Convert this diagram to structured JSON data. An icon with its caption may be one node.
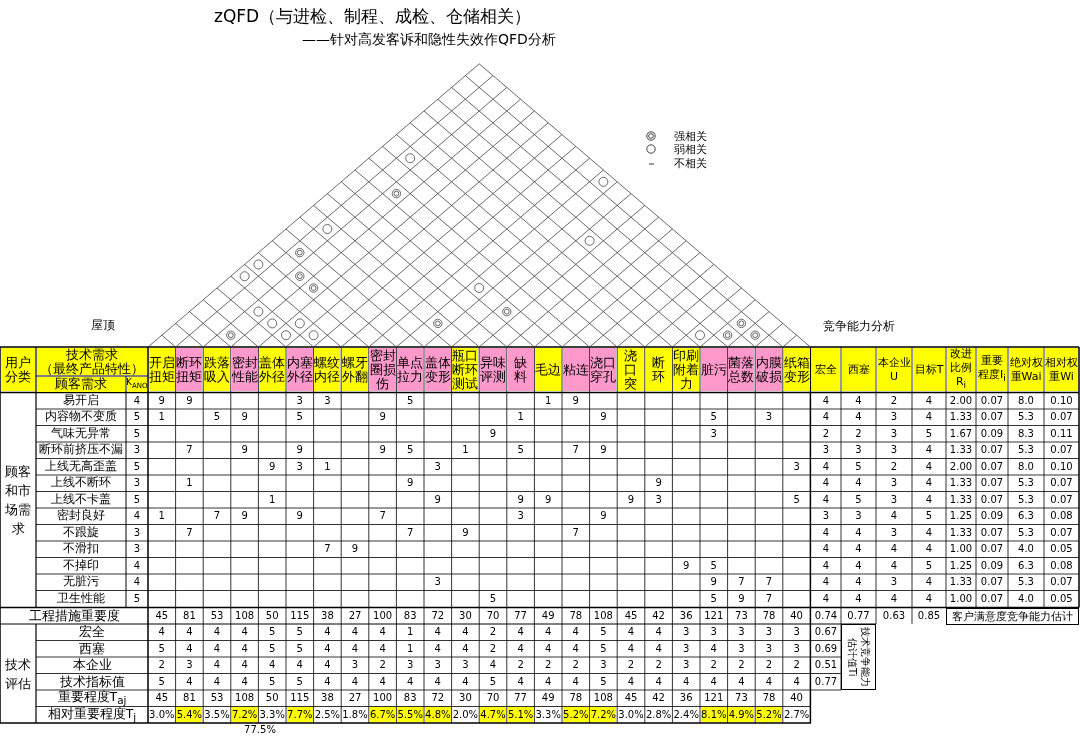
{
  "diagram": {
    "title": "zQFD（与进检、制程、成检、仓储相关）",
    "labels": [
      "——针对高发客诉和隐性失效作QFD分析",
      "屋顶",
      "竞争能力分析",
      "用户分类",
      "技术需求（最终产品特性）",
      "开启扭矩",
      "断环扭矩",
      "跌落吸入",
      "密封性能",
      "盖体外径",
      "内塞外径",
      "螺纹内径",
      "螺牙外翻",
      "密封圈损伤",
      "单点拉力",
      "盖体变形",
      "瓶口断环测试",
      "异味评测",
      "缺料",
      "毛边",
      "粘连",
      "浇口穿孔",
      "浇口突",
      "断环",
      "印刷附着力",
      "脏污",
      "菌落总数",
      "内膜破损",
      "纸箱变形",
      "宏全",
      "西塞",
      "本企业U",
      "目标T",
      "改进比例R$_{i}$",
      "重要程度I$_{i}$",
      "绝对权重Wai",
      "相对权重Wi",
      "顾客需求",
      "K$_{ANO}$",
      "顾客和市场需求",
      "易开启",
      "4",
      "9",
      "9",
      "3",
      "3",
      "5",
      "1",
      "9",
      "4",
      "4",
      "2",
      "4",
      "2.00",
      "0.07",
      "8.0",
      "0.10",
      "内容物不变质",
      "5",
      "1",
      "5",
      "9",
      "5",
      "9",
      "1",
      "9",
      "5",
      "3",
      "4",
      "4",
      "3",
      "4",
      "1.33",
      "0.07",
      "5.3",
      "0.07",
      "气味无异常",
      "5",
      "9",
      "3",
      "2",
      "2",
      "3",
      "5",
      "1.67",
      "0.09",
      "8.3",
      "0.11",
      "断环前挤压不漏",
      "3",
      "7",
      "9",
      "9",
      "9",
      "5",
      "1",
      "5",
      "7",
      "9",
      "3",
      "3",
      "3",
      "4",
      "1.33",
      "0.07",
      "5.3",
      "0.07",
      "上线无高歪盖",
      "5",
      "9",
      "3",
      "1",
      "3",
      "3",
      "4",
      "5",
      "2",
      "4",
      "2.00",
      "0.07",
      "8.0",
      "0.10",
      "上线不断环",
      "3",
      "1",
      "9",
      "9",
      "4",
      "4",
      "3",
      "4",
      "1.33",
      "0.07",
      "5.3",
      "0.07",
      "上线不卡盖",
      "5",
      "1",
      "9",
      "9",
      "9",
      "9",
      "3",
      "5",
      "4",
      "5",
      "3",
      "4",
      "1.33",
      "0.07",
      "5.3",
      "0.07",
      "密封良好",
      "4",
      "1",
      "7",
      "9",
      "9",
      "7",
      "3",
      "9",
      "3",
      "3",
      "4",
      "5",
      "1.25",
      "0.09",
      "6.3",
      "0.08",
      "不跟旋",
      "3",
      "7",
      "7",
      "9",
      "7",
      "4",
      "4",
      "3",
      "4",
      "1.33",
      "0.07",
      "5.3",
      "0.07",
      "不滑扣",
      "3",
      "7",
      "9",
      "4",
      "4",
      "4",
      "4",
      "1.00",
      "0.07",
      "4.0",
      "0.05",
      "不掉印",
      "4",
      "9",
      "5",
      "4",
      "4",
      "4",
      "5",
      "1.25",
      "0.09",
      "6.3",
      "0.08",
      "无脏污",
      "4",
      "3",
      "9",
      "7",
      "7",
      "4",
      "4",
      "3",
      "4",
      "1.33",
      "0.07",
      "5.3",
      "0.07",
      "卫生性能",
      "5",
      "5",
      "5",
      "9",
      "7",
      "4",
      "4",
      "4",
      "4",
      "1.00",
      "0.07",
      "4.0",
      "0.05",
      "工程措施重要度",
      "45",
      "81",
      "53",
      "108",
      "50",
      "115",
      "38",
      "27",
      "100",
      "83",
      "72",
      "30",
      "70",
      "77",
      "49",
      "78",
      "108",
      "45",
      "42",
      "36",
      "121",
      "73",
      "78",
      "40",
      "0.74",
      "0.77",
      "0.63",
      "0.85",
      "客户满意度竞争能力估计",
      "技术评估",
      "宏全",
      "4",
      "4",
      "4",
      "4",
      "5",
      "5",
      "4",
      "4",
      "4",
      "1",
      "4",
      "4",
      "2",
      "4",
      "4",
      "4",
      "5",
      "4",
      "4",
      "3",
      "3",
      "3",
      "3",
      "3",
      "0.67",
      "技术竞争能力估计值Ti",
      "西塞",
      "5",
      "4",
      "4",
      "4",
      "5",
      "5",
      "4",
      "4",
      "4",
      "1",
      "4",
      "4",
      "2",
      "4",
      "4",
      "4",
      "5",
      "4",
      "4",
      "3",
      "4",
      "3",
      "3",
      "3",
      "0.69",
      "本企业",
      "2",
      "3",
      "4",
      "4",
      "4",
      "4",
      "4",
      "3",
      "2",
      "3",
      "3",
      "3",
      "4",
      "2",
      "2",
      "2",
      "3",
      "2",
      "2",
      "3",
      "2",
      "2",
      "2",
      "2",
      "0.51",
      "技术指标值",
      "5",
      "4",
      "4",
      "4",
      "5",
      "5",
      "4",
      "4",
      "4",
      "4",
      "4",
      "4",
      "5",
      "4",
      "4",
      "4",
      "5",
      "4",
      "4",
      "4",
      "4",
      "4",
      "4",
      "4",
      "0.77",
      "重要程度T$_{aj}$",
      "45",
      "81",
      "53",
      "108",
      "50",
      "115",
      "38",
      "27",
      "100",
      "83",
      "72",
      "30",
      "70",
      "77",
      "49",
      "78",
      "108",
      "45",
      "42",
      "36",
      "121",
      "73",
      "78",
      "40",
      "相对重要程度T$_{j}$",
      "3.0%",
      "5.4%",
      "3.5%",
      "7.2%",
      "3.3%",
      "7.7%",
      "2.5%",
      "1.8%",
      "6.7%",
      "5.5%",
      "4.8%",
      "2.0%",
      "4.7%",
      "5.1%",
      "3.3%",
      "5.2%",
      "7.2%",
      "3.0%",
      "2.8%",
      "2.4%",
      "8.1%",
      "4.9%",
      "5.2%",
      "2.7%",
      "77.5%"
    ],
    "legend": [
      {
        "text": "强相关"
      },
      {
        "text": "弱相关"
      },
      {
        "text": "不相关"
      }
    ]
  }
}
